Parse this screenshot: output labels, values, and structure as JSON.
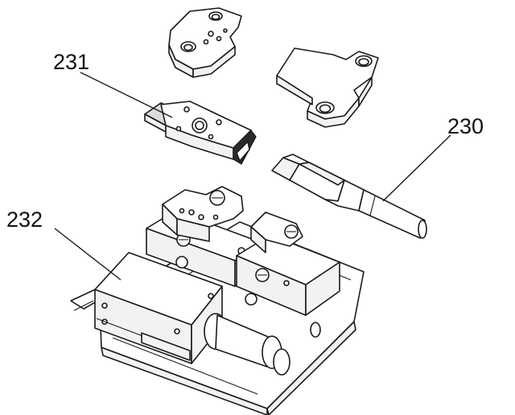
{
  "callouts": {
    "c230": "230",
    "c231": "231",
    "c232": "232"
  }
}
